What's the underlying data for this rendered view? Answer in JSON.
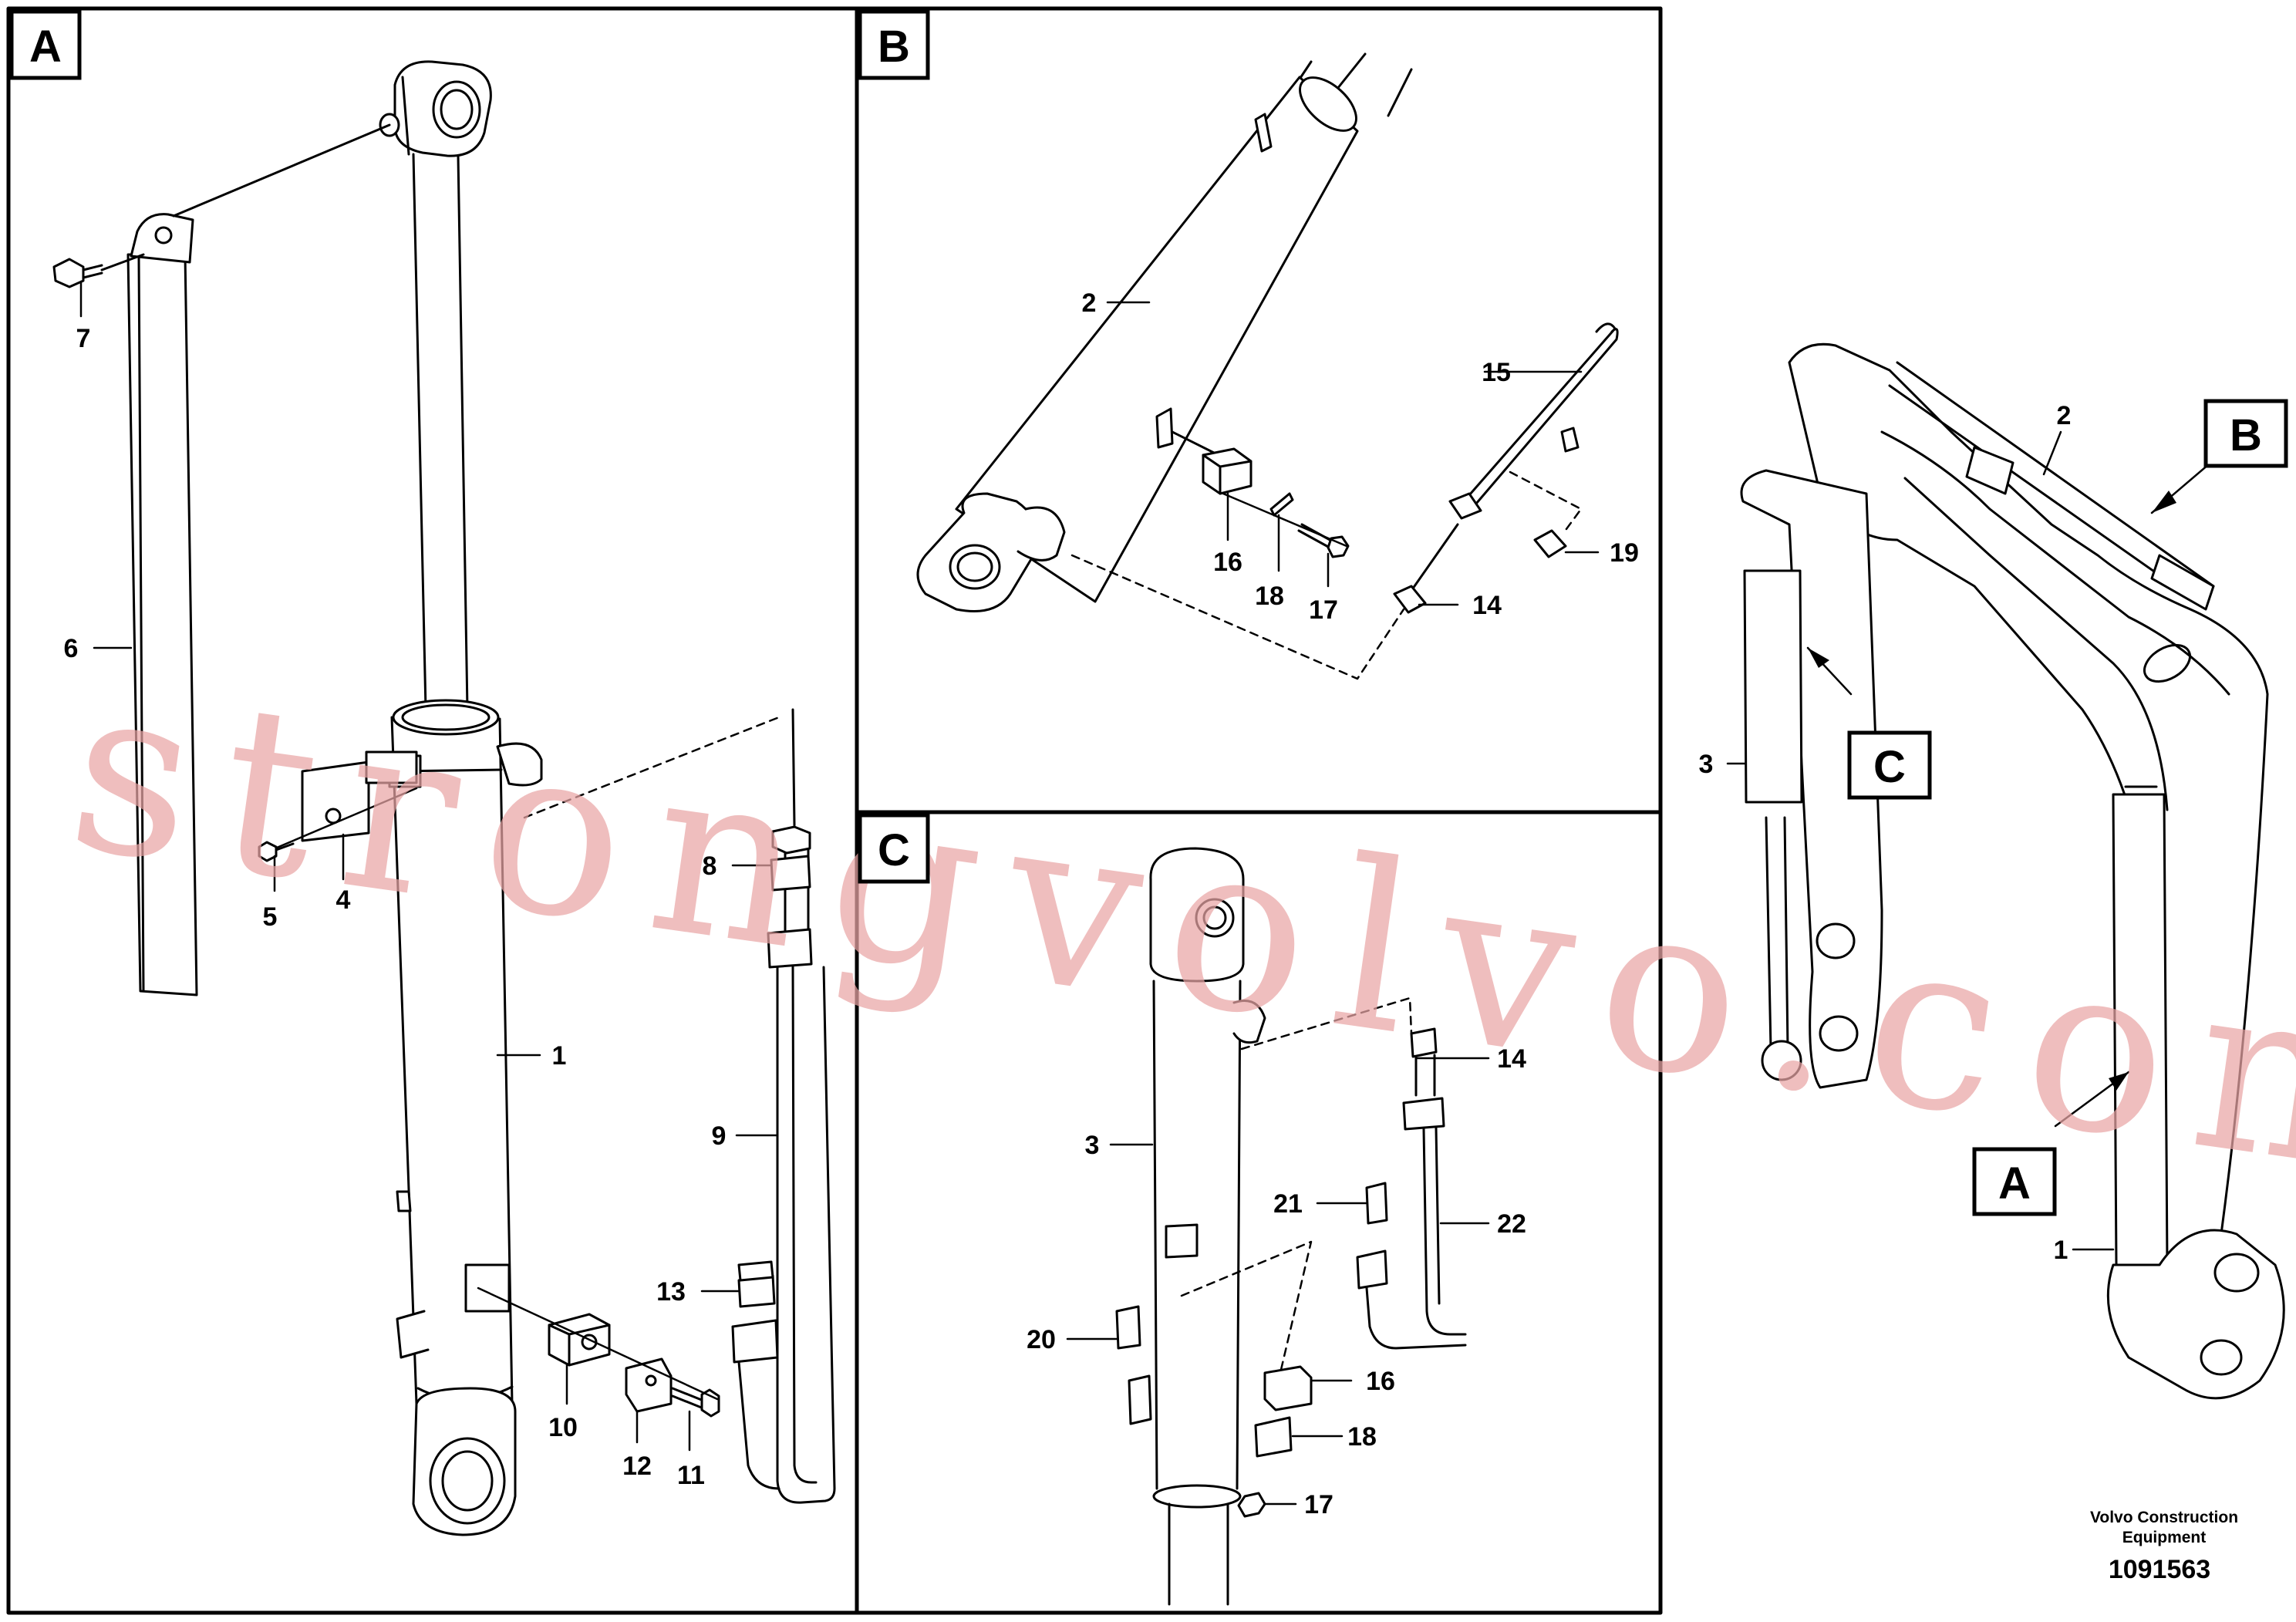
{
  "panels": {
    "A": {
      "letter": "A"
    },
    "B": {
      "letter": "B"
    },
    "C": {
      "letter": "C"
    }
  },
  "overview_labels": {
    "a": "A",
    "b": "B",
    "c": "C"
  },
  "callouts": {
    "a": [
      "1",
      "4",
      "5",
      "6",
      "7",
      "8",
      "9",
      "10",
      "11",
      "12",
      "13"
    ],
    "b": [
      "2",
      "14",
      "15",
      "16",
      "17",
      "18",
      "19"
    ],
    "c": [
      "3",
      "14",
      "16",
      "17",
      "18",
      "20",
      "21",
      "22"
    ],
    "overview": [
      "1",
      "2",
      "3"
    ]
  },
  "footer": {
    "company": "Volvo Construction",
    "company_line2": "Equipment",
    "drawing_number": "1091563"
  },
  "watermark": "strongvolvo.com",
  "colors": {
    "line": "#000000",
    "watermark": "#e9a6a6",
    "background": "#ffffff"
  }
}
